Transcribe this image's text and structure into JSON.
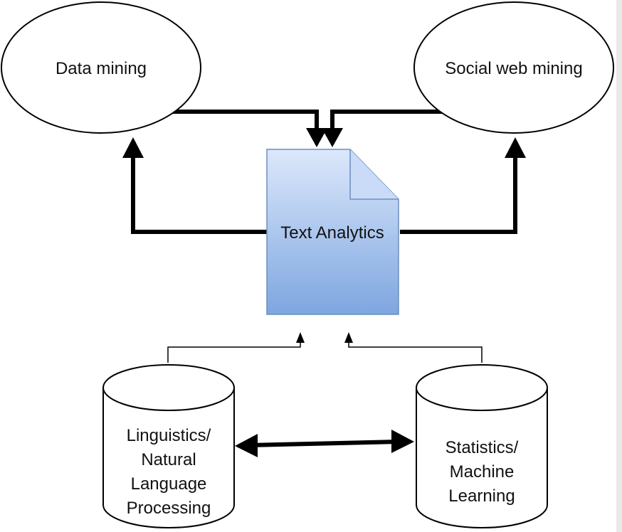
{
  "diagram": {
    "nodes": {
      "data_mining": {
        "label": "Data mining",
        "shape": "ellipse"
      },
      "social_web_mining": {
        "label": "Social web mining",
        "shape": "ellipse"
      },
      "text_analytics": {
        "label": "Text Analytics",
        "shape": "document"
      },
      "linguistics_nlp": {
        "lines": [
          "Linguistics/",
          "Natural",
          "Language",
          "Processing"
        ],
        "shape": "cylinder"
      },
      "statistics_ml": {
        "lines": [
          "Statistics/",
          "Machine",
          "Learning"
        ],
        "shape": "cylinder"
      }
    },
    "edges": [
      {
        "from": "data_mining",
        "to": "text_analytics",
        "style": "thick"
      },
      {
        "from": "social_web_mining",
        "to": "text_analytics",
        "style": "thick"
      },
      {
        "from": "text_analytics",
        "to": "data_mining",
        "style": "thick"
      },
      {
        "from": "text_analytics",
        "to": "social_web_mining",
        "style": "thick"
      },
      {
        "from": "linguistics_nlp",
        "to": "text_analytics",
        "style": "thin"
      },
      {
        "from": "statistics_ml",
        "to": "text_analytics",
        "style": "thin"
      },
      {
        "from": "linguistics_nlp",
        "to": "statistics_ml",
        "style": "thick-bidirectional"
      }
    ],
    "colors": {
      "document_fill_top": "#dce8fb",
      "document_fill_bottom": "#7ea6e0",
      "document_stroke": "#6c8ebf",
      "stroke": "#000000"
    }
  }
}
